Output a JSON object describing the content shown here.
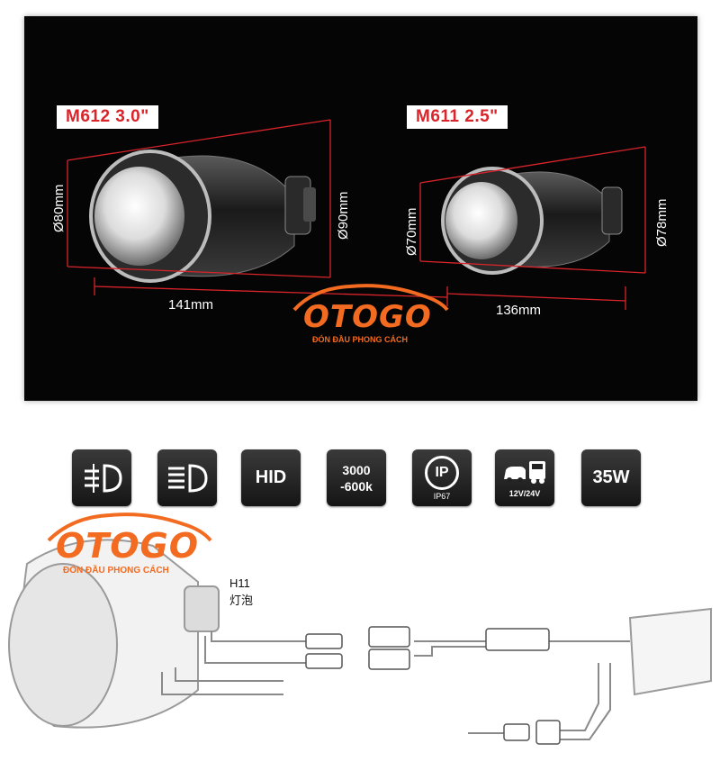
{
  "products": {
    "left": {
      "model": "M612  3.0\"",
      "diameter_front": "Ø80mm",
      "diameter_back": "Ø90mm",
      "length": "141mm"
    },
    "right": {
      "model": "M611  2.5\"",
      "diameter_front": "Ø70mm",
      "diameter_back": "Ø78mm",
      "length": "136mm"
    }
  },
  "logo": {
    "word": "OTOGO",
    "slogan": "ĐÓN ĐẦU PHONG CÁCH"
  },
  "features": {
    "hid": "HID",
    "temp_line1": "3000",
    "temp_line2": "-600k",
    "ip": "IP",
    "ip_rating": "IP67",
    "voltage": "12V/24V",
    "power": "35W"
  },
  "wiring": {
    "bulb_label": "H11",
    "bulb_sub": "灯泡"
  },
  "colors": {
    "accent": "#d8242a",
    "logo": "#f26b21",
    "panel": "#050505"
  }
}
